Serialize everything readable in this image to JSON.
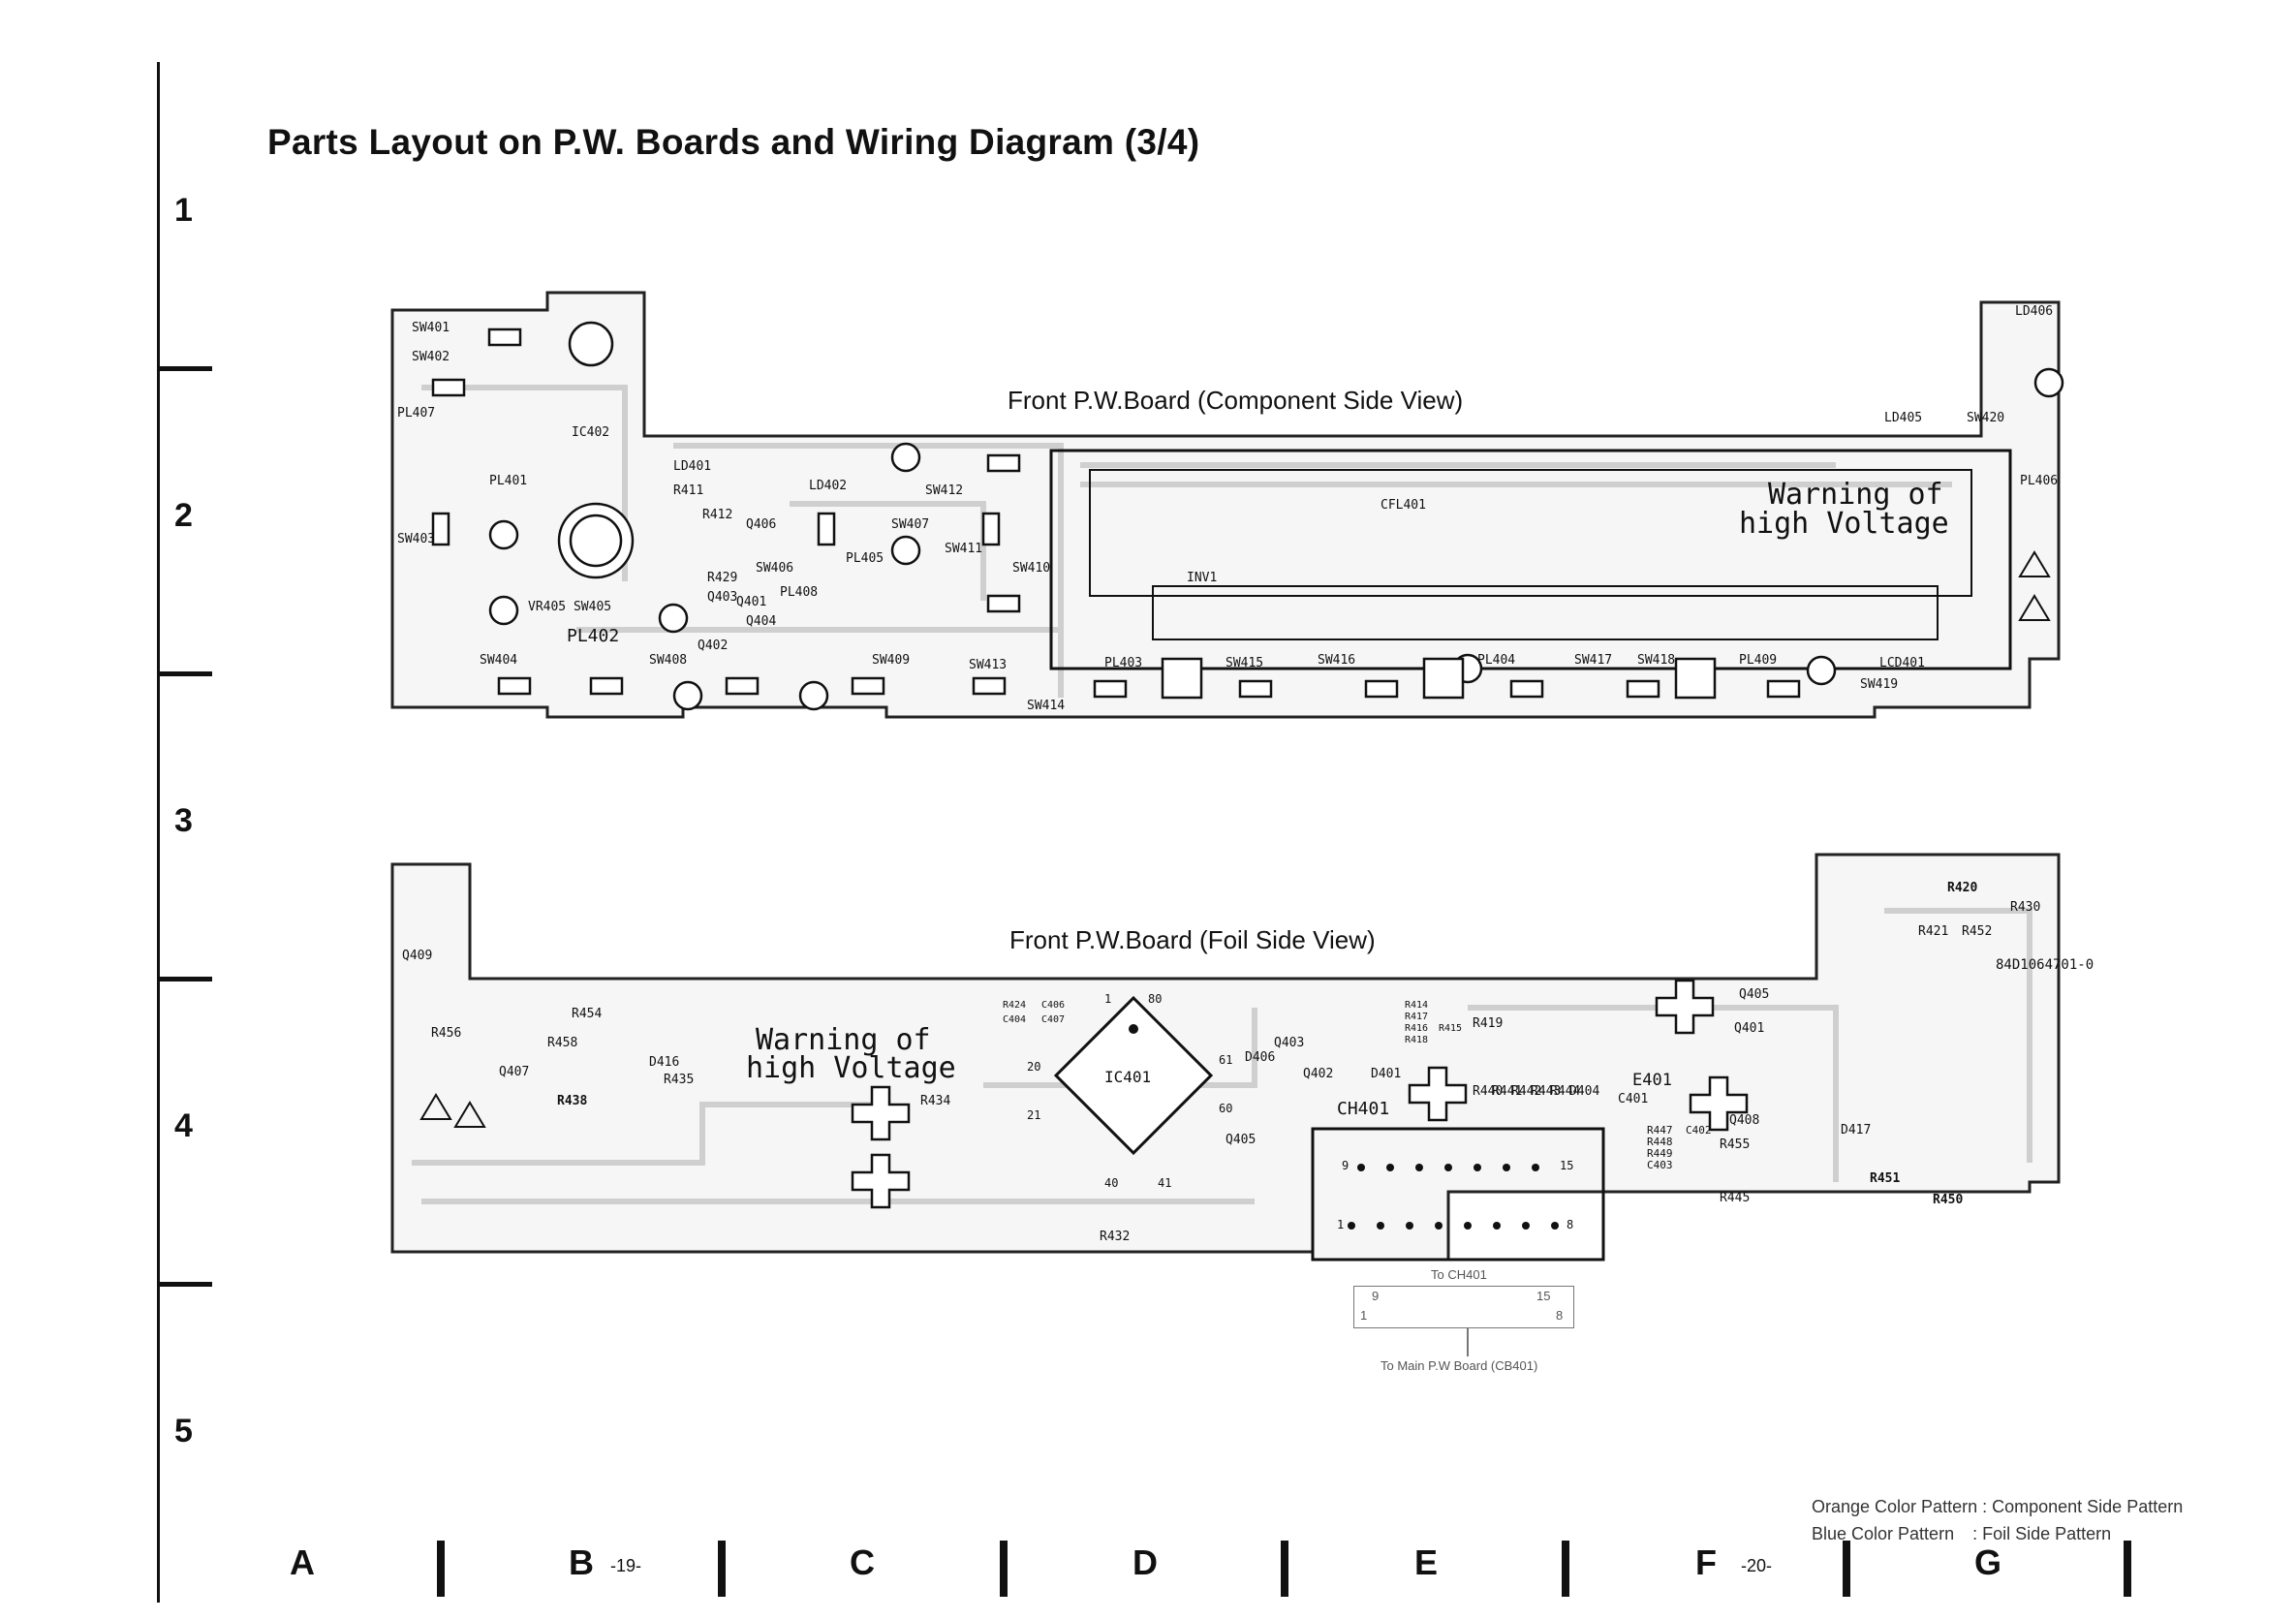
{
  "page_title": "Parts Layout on P.W. Boards and Wiring Diagram (3/4)",
  "row_numbers": [
    "1",
    "2",
    "3",
    "4",
    "5"
  ],
  "column_letters": [
    "A",
    "B",
    "C",
    "D",
    "E",
    "F",
    "G"
  ],
  "page_numbers": {
    "left": "-19-",
    "right": "-20-"
  },
  "component_board": {
    "label": "Front P.W.Board (Component Side View)",
    "warning": [
      "Warning of",
      "high Voltage"
    ],
    "parts": [
      "SW401",
      "SW402",
      "PL407",
      "IC402",
      "PL401",
      "SW403",
      "VR405 SW405",
      "LD401",
      "R411",
      "LD402",
      "R412",
      "Q406",
      "SW412",
      "SW407",
      "PL405",
      "SW411",
      "SW410",
      "R429",
      "Q403",
      "Q401",
      "SW406",
      "PL408",
      "PL402",
      "SW404",
      "SW408",
      "Q402",
      "Q404",
      "SW409",
      "SW413",
      "SW414",
      "PL403",
      "SW415",
      "SW416",
      "PL404",
      "SW417",
      "SW418",
      "PL409",
      "LCD401",
      "SW419",
      "CFL401",
      "INV1",
      "LD406",
      "LD405",
      "SW420",
      "PL406"
    ]
  },
  "foil_board": {
    "label": "Front P.W.Board (Foil Side View)",
    "warning": [
      "Warning of",
      "high Voltage"
    ],
    "ic_pins": [
      "1",
      "80",
      "20",
      "21",
      "40",
      "41",
      "60",
      "61"
    ],
    "connector_pins": [
      "9",
      "15",
      "1",
      "8"
    ],
    "parts": [
      "Q409",
      "R456",
      "R454",
      "R458",
      "Q407",
      "R438",
      "D416",
      "R435",
      "R424",
      "C406",
      "C404",
      "C407",
      "R434",
      "IC401",
      "R432",
      "Q405",
      "D406",
      "Q403",
      "Q402",
      "D401",
      "CH401",
      "R414",
      "R417",
      "R416",
      "R415",
      "R418",
      "R419",
      "R440",
      "R441",
      "R442",
      "R443",
      "R444",
      "D404",
      "E401",
      "C401",
      "Q405",
      "Q401",
      "R447",
      "R448",
      "R449",
      "C402",
      "C403",
      "Q408",
      "R455",
      "R445",
      "D417",
      "R451",
      "R450",
      "R420",
      "R421",
      "R452",
      "R430",
      "84D1064701-0"
    ]
  },
  "connector_note": {
    "to_label": "To CH401",
    "pins": [
      "9",
      "15",
      "1",
      "8"
    ],
    "from_label": "To Main P.W Board (CB401)"
  },
  "legend": [
    {
      "label": "Orange Color Pattern",
      "desc": ": Component Side Pattern"
    },
    {
      "label": "Blue Color Pattern",
      "desc": ": Foil Side Pattern"
    }
  ]
}
